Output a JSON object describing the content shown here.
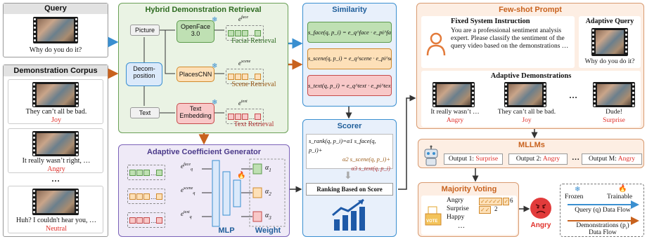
{
  "left": {
    "query_title": "Query",
    "query_caption": "Why  do you do it?",
    "corpus_title": "Demonstration Corpus",
    "items": [
      {
        "caption": "They can’t all be bad.",
        "label": "Joy"
      },
      {
        "caption": "It really wasn’t right, …",
        "label": "Angry"
      },
      {
        "caption": "Huh? I couldn't hear you, …",
        "label": "Neutral"
      }
    ],
    "ellipsis": "…"
  },
  "hybrid": {
    "title": "Hybrid Demonstration Retrieval",
    "decomposition": "Decom-\nposition",
    "picture": "Picture",
    "text": "Text",
    "openface": "OpenFace\n3.0",
    "placescnn": "PlacesCNN",
    "text_embedding": "Text\nEmbedding",
    "facial_retrieval": "Facial Retrieval",
    "scene_retrieval": "Scene Retrieval",
    "text_retrieval": "Text Retrieval",
    "e_face": "e",
    "sup_face": "face",
    "sup_scene": "scene",
    "sup_text": "text"
  },
  "similarity": {
    "title": "Similarity",
    "f1": "s",
    "f1_sub": "face",
    "f1_rest": "(q, p",
    "f1_rhs": ") = e",
    "f2_sub": "scene",
    "f3_sub": "text",
    "eq_face": "s_face(q, p_i) = e_q^face · e_pi^face",
    "eq_scene": "s_scene(q, p_i) = e_q^scene · e_pi^scene",
    "eq_text": "s_text(q, p_i) = e_q^text · e_pi^text"
  },
  "scorer": {
    "title": "Scorer",
    "rank_line1": "s_rank(q, p_i)=α1 s_face(q, p_i)+",
    "rank_line2": "α2 s_scene(q, p_i)+",
    "rank_line3": "α3 s_text(q, p_i)",
    "ranking": "Ranking Based on Score"
  },
  "adaptive_coef": {
    "title": "Adaptive Coefficient Generator",
    "mlp": "MLP",
    "weight": "Weight",
    "a1": "α",
    "a1_sub": "1",
    "a2_sub": "2",
    "a3_sub": "3",
    "eq_face": "e",
    "q": "q"
  },
  "fewshot": {
    "title": "Few-shot Prompt",
    "fixed_title": "Fixed System Instruction",
    "fixed_text": "You are a professional sentiment analysis expert. Please classify the sentiment of the query video based on the demonstrations …",
    "adaptive_query_title": "Adaptive Query",
    "adaptive_query_caption": "Why  do you do it?",
    "demos_title": "Adaptive Demonstrations",
    "demos": [
      {
        "caption": "It really wasn’t …",
        "label": "Angry"
      },
      {
        "caption": "They can’t all be bad.",
        "label": "Joy"
      },
      {
        "caption": "Dude!",
        "label": "Surprise"
      }
    ],
    "ellipsis": "…"
  },
  "mllms": {
    "title": "MLLMs",
    "outputs": [
      {
        "prefix": "Output 1: ",
        "value": "Surprise"
      },
      {
        "prefix": "Output 2: ",
        "value": "Angry"
      },
      {
        "prefix": "Output M: ",
        "value": "Angry"
      }
    ],
    "ellipsis": "…"
  },
  "voting": {
    "title": "Majority Voting",
    "rows": [
      {
        "label": "Angry",
        "count": "6"
      },
      {
        "label": "Surprise",
        "count": "2"
      },
      {
        "label": "Happy",
        "count": ""
      }
    ],
    "ellipsis": "…",
    "vote": "VOTE",
    "result": "Angry"
  },
  "legend": {
    "frozen": "Frozen",
    "trainable": "Trainable",
    "query_flow": "Query (q) Data Flow",
    "demo_flow_1": "Demonstrations (p",
    "demo_flow_sub": "i",
    "demo_flow_2": ")",
    "demo_flow_3": "Data Flow"
  },
  "colors": {
    "blue": "#3a8fd0",
    "orange": "#c8621e",
    "green_bg": "#eaf3e4",
    "green_border": "#6aa057",
    "blue_bg": "#e8f0fb",
    "purple_bg": "#efeaf7",
    "peach_bg": "#fdeee3",
    "red": "#e0302a"
  }
}
